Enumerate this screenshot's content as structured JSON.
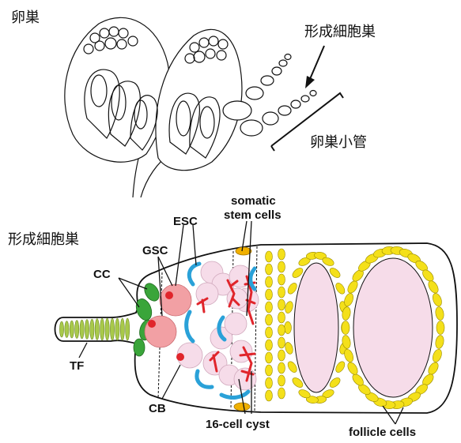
{
  "top_diagram": {
    "label_ovary": "卵巣",
    "label_germarium": "形成細胞巣",
    "label_ovariole": "卵巣小管"
  },
  "bottom_diagram": {
    "label_germarium": "形成細胞巣",
    "labels": {
      "esc": "ESC",
      "somatic_line1": "somatic",
      "somatic_line2": "stem cells",
      "gsc": "GSC",
      "cc": "CC",
      "tf": "TF",
      "cb": "CB",
      "cyst": "16-cell cyst",
      "follicle": "follicle cells"
    },
    "colors": {
      "follicle_cell": "#f4e01a",
      "cyst_fill": "#f6dce9",
      "gsc_fill": "#f2a0a4",
      "fusome_red": "#e0252b",
      "escort_blue": "#2aa1d8",
      "cap_cell_green": "#3aa53a",
      "terminal_filament_green": "#a8c94a",
      "stem_cell_orange": "#f0b000"
    }
  }
}
